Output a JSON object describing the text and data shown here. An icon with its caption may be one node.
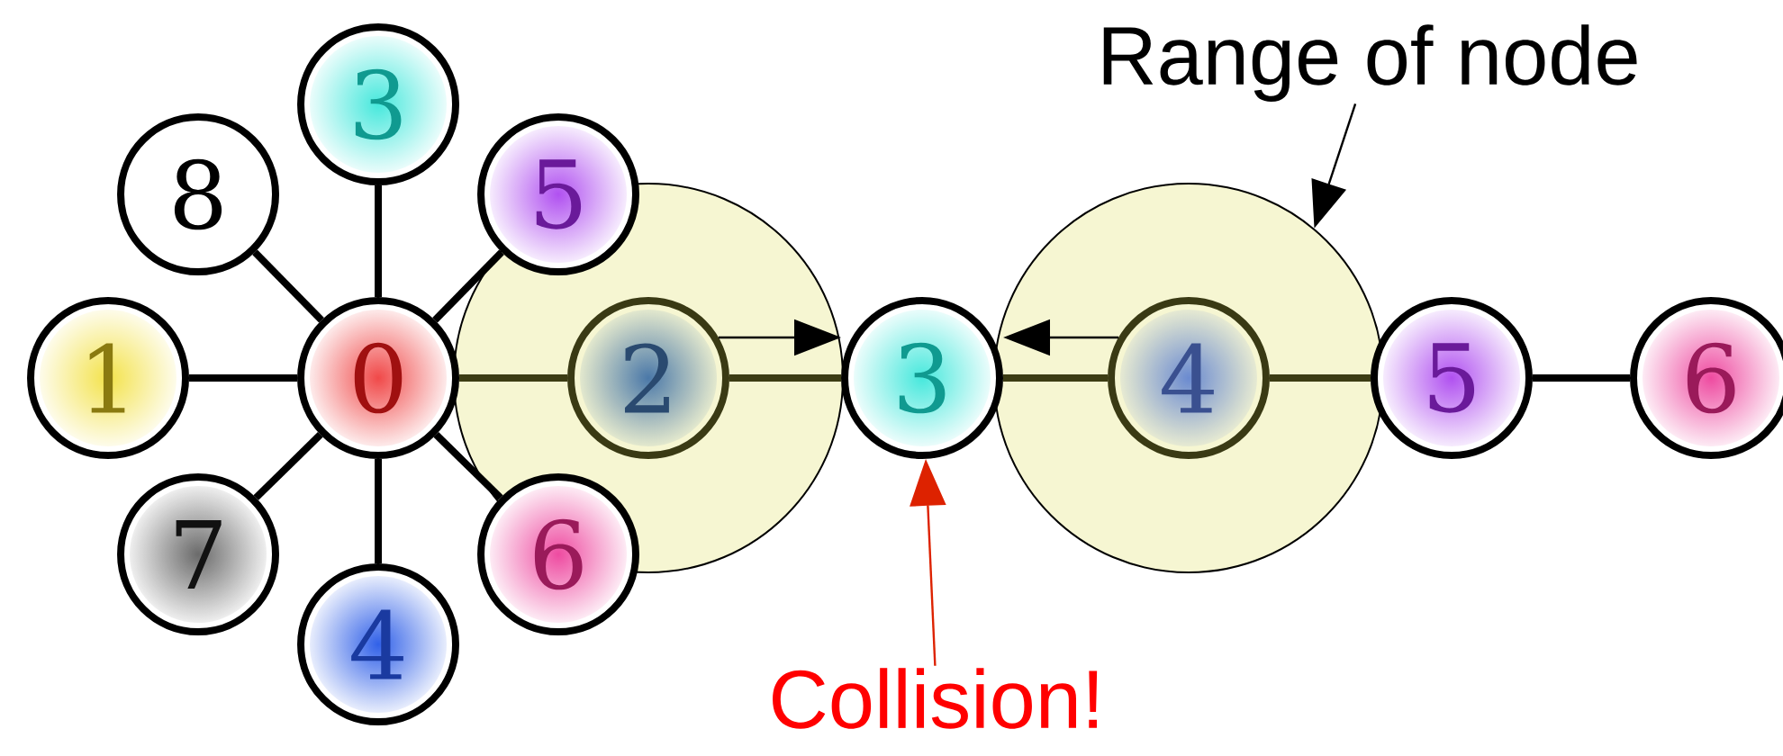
{
  "diagram": {
    "nodes": [
      {
        "text": [
          "0"
        ]
      },
      {
        "text": [
          "1"
        ]
      },
      {
        "text": [
          "8"
        ]
      },
      {
        "text": [
          "3"
        ]
      },
      {
        "text": [
          "5"
        ]
      },
      {
        "text": [
          "7"
        ]
      },
      {
        "text": [
          "4"
        ]
      },
      {
        "text": [
          "6"
        ]
      },
      {
        "text": [],
        "shape": "circle"
      },
      {
        "text": [
          "2"
        ],
        "in": 8
      },
      {
        "text": [
          "3"
        ]
      },
      {
        "text": [],
        "shape": "circle"
      },
      {
        "text": [
          "4"
        ],
        "in": 11
      },
      {
        "text": [
          "5"
        ]
      },
      {
        "text": [
          "6"
        ]
      },
      {
        "text": [
          "Range of node"
        ]
      },
      {
        "text": [
          "Collision!"
        ]
      }
    ],
    "edges": [
      {
        "from": 0,
        "to": 1,
        "arrow": "none"
      },
      {
        "from": 0,
        "to": 2,
        "arrow": "none"
      },
      {
        "from": 0,
        "to": 3,
        "arrow": "none"
      },
      {
        "from": 0,
        "to": 4,
        "arrow": "none"
      },
      {
        "from": 0,
        "to": 5,
        "arrow": "none"
      },
      {
        "from": 0,
        "to": 6,
        "arrow": "none"
      },
      {
        "from": 0,
        "to": 7,
        "arrow": "none"
      },
      {
        "from": 0,
        "to": 9,
        "arrow": "none",
        "color": "#3c3c14"
      },
      {
        "from": 9,
        "to": 10,
        "arrow": "none",
        "color": "#3c3c14"
      },
      {
        "from": 10,
        "to": 12,
        "arrow": "none",
        "color": "#3c3c14"
      },
      {
        "from": 12,
        "to": 13,
        "arrow": "none",
        "color": "#3c3c14"
      },
      {
        "from": 13,
        "to": 14,
        "arrow": "none"
      },
      {
        "from": 9,
        "to": 10,
        "arrow": "to"
      },
      {
        "from": 12,
        "to": 10,
        "arrow": "to"
      },
      {
        "from": 15,
        "to": 11,
        "arrow": "to"
      },
      {
        "from": 16,
        "to": 10,
        "arrow": "to",
        "color": "#dd2200"
      }
    ]
  }
}
